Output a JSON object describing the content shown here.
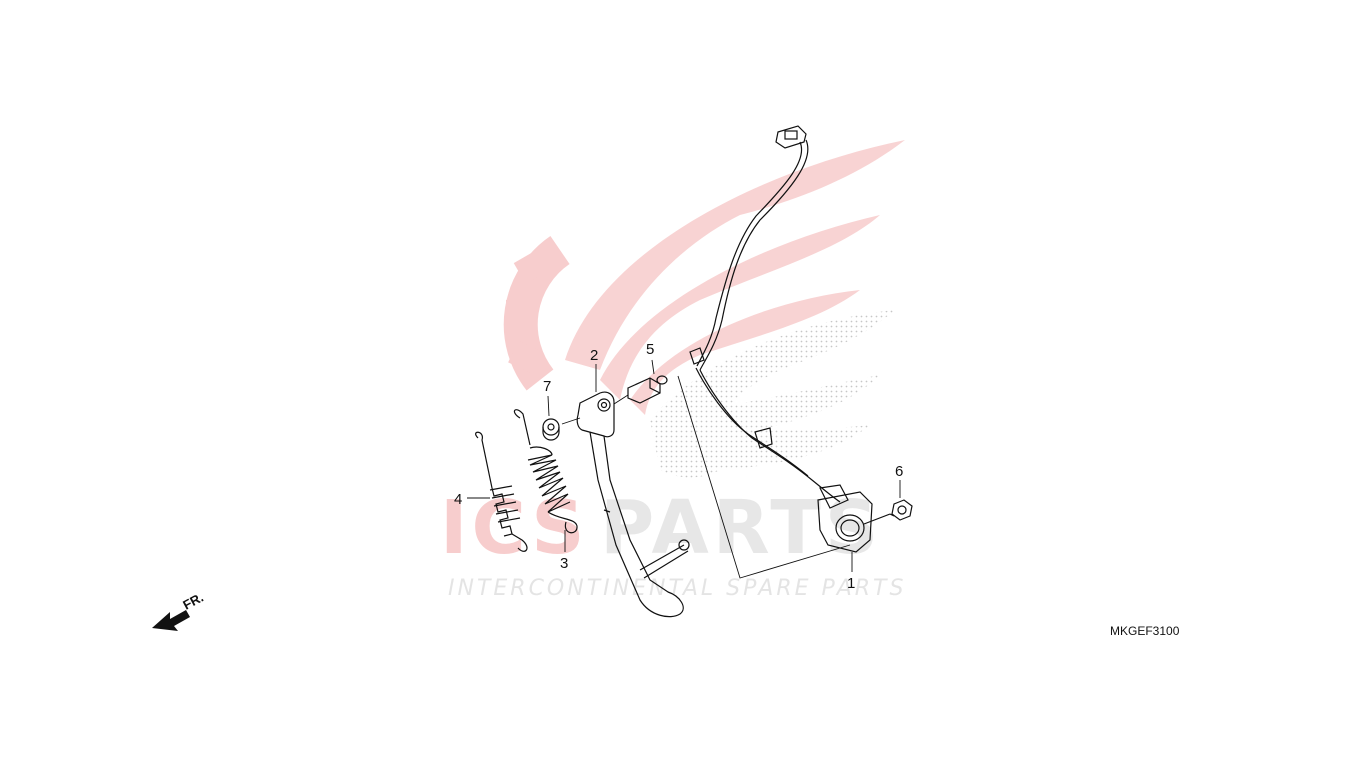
{
  "diagram": {
    "code": "MKGEF3100",
    "front_marker": "FR.",
    "callouts": [
      "1",
      "2",
      "3",
      "4",
      "5",
      "6",
      "7"
    ]
  },
  "watermark": {
    "brand_left": "ICS",
    "brand_right": "PARTS",
    "tagline": "INTERCONTINENTAL SPARE PARTS",
    "colors": {
      "red": "#e23b3b",
      "gray": "#bdbdbd"
    }
  },
  "colors": {
    "line": "#111111",
    "paper": "#ffffff"
  }
}
